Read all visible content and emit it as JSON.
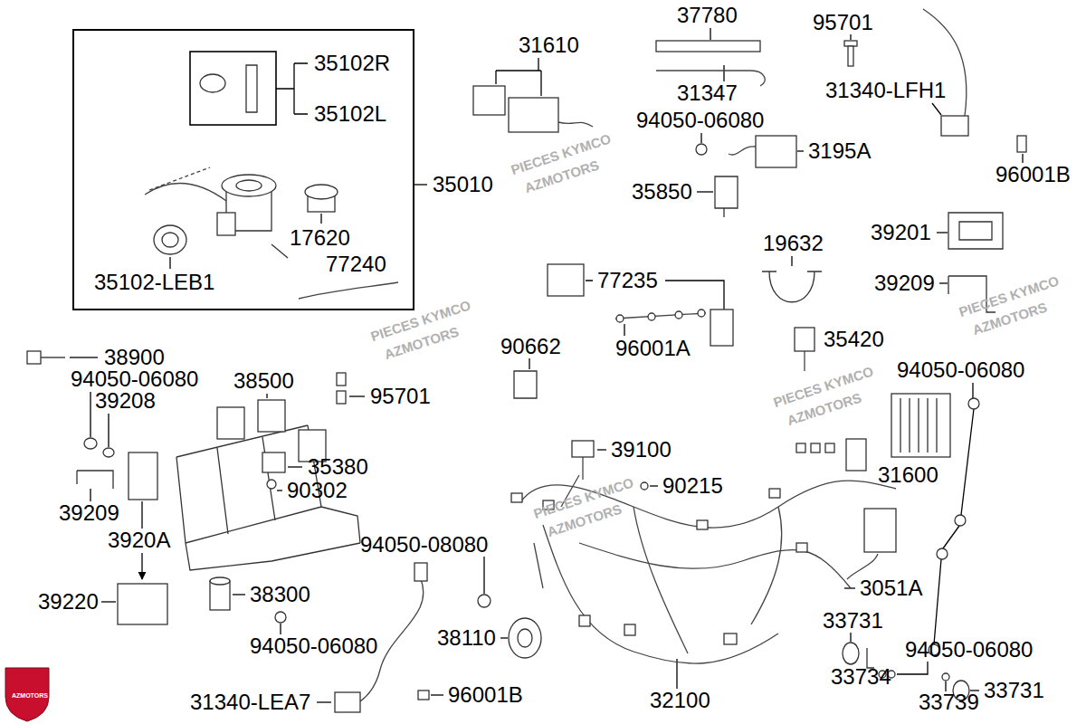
{
  "diagram": {
    "nodes": [
      {
        "text": [
          "35102R",
          "35102L",
          "17620",
          "35102-LEB1",
          "77240"
        ]
      }
    ],
    "labels": [
      "37780",
      "95701",
      "31610",
      "31340-LFH1",
      "31347",
      "94050-06080",
      "3195A",
      "PIECES KYMCO",
      "AZMOTORS",
      "96001B",
      "35010",
      "35850",
      "39201",
      "19632",
      "77235",
      "39209",
      "PIECES KYMCO",
      "AZMOTORS",
      "PIECES KYMCO",
      "AZMOTORS",
      "35420",
      "90662",
      "96001A",
      "38900",
      "94050-06080",
      "94050-06080",
      "38500",
      "95701",
      "39208",
      "PIECES KYMCO",
      "AZMOTORS",
      "39100",
      "35380",
      "31600",
      "90215",
      "90302",
      "PIECES KYMCO",
      "AZMOTORS",
      "39209",
      "3920A",
      "94050-08080",
      "3051A",
      "38300",
      "39220",
      "33731",
      "38110",
      "94050-06080",
      "94050-06080",
      "33734",
      "AZMOTORS",
      "33731",
      "96001B",
      "32100",
      "31340-LEA7",
      "33739"
    ]
  }
}
